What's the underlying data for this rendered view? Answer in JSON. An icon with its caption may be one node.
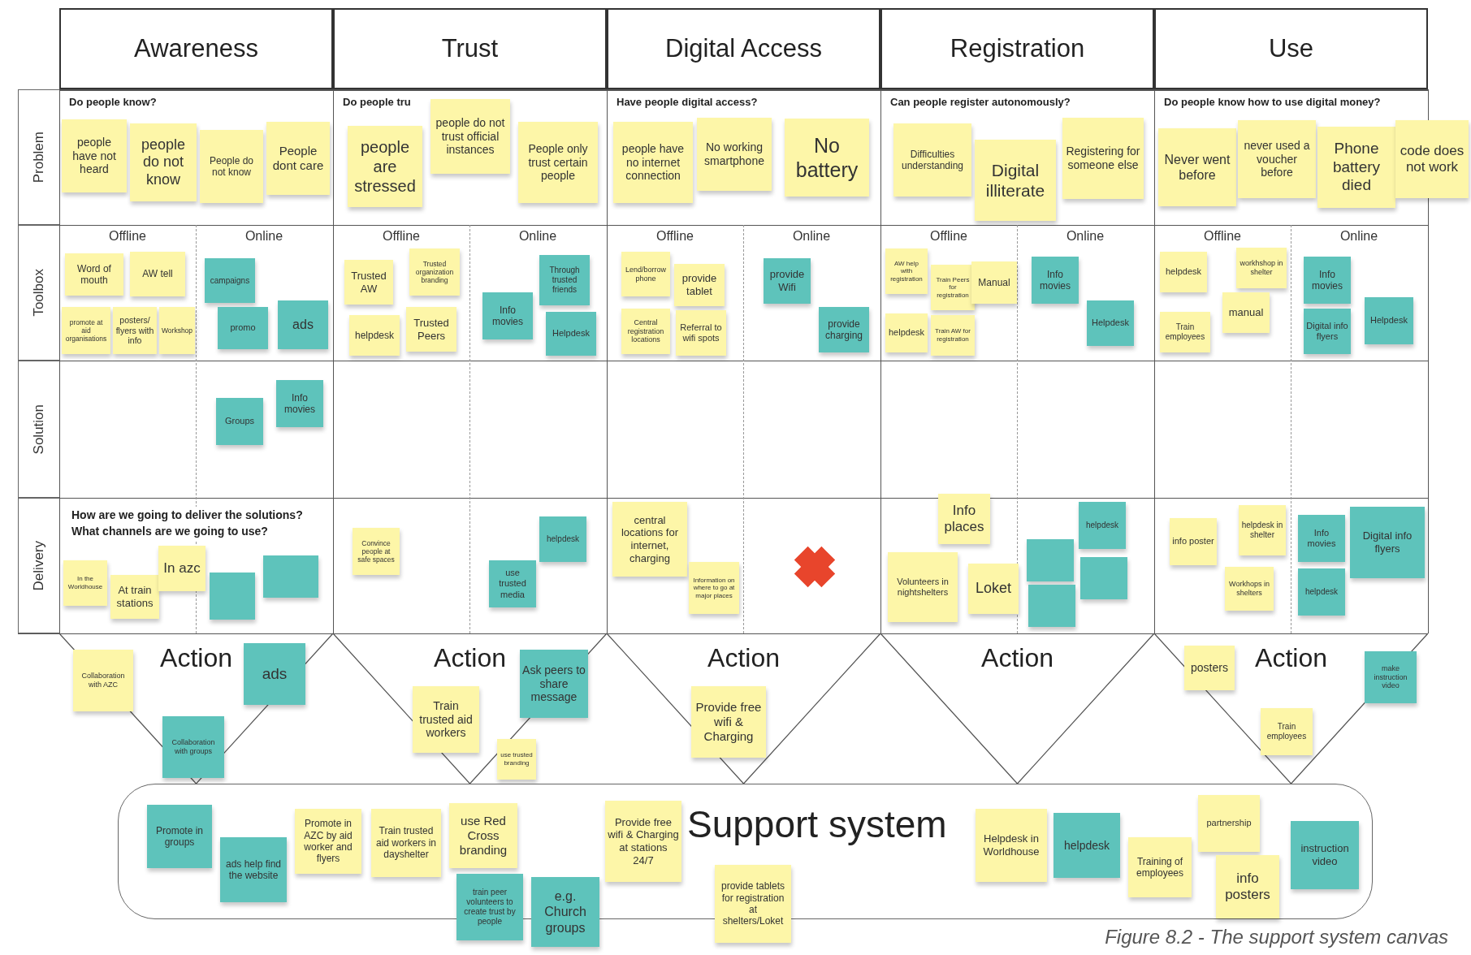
{
  "diagram": {
    "caption": "Figure 8.2 - The support system canvas",
    "nodes": [
      {
        "text": [
          "Awareness"
        ]
      },
      {
        "text": [
          "Trust"
        ]
      },
      {
        "text": [
          "Digital Access"
        ]
      },
      {
        "text": [
          "Registration"
        ]
      },
      {
        "text": [
          "Use"
        ]
      },
      {
        "text": [
          "Problem"
        ]
      },
      {
        "text": [
          "Toolbox"
        ]
      },
      {
        "text": [
          "Solution"
        ]
      },
      {
        "text": [
          "Delivery"
        ]
      },
      {
        "text": [
          "people have not heard"
        ]
      },
      {
        "text": [
          "people do not know"
        ]
      },
      {
        "text": [
          "People do not know"
        ]
      },
      {
        "text": [
          "People dont care"
        ]
      },
      {
        "text": [
          "people are stressed"
        ]
      },
      {
        "text": [
          "people do not trust official instances"
        ]
      },
      {
        "text": [
          "People only trust certain people"
        ]
      },
      {
        "text": [
          "people have no internet connection"
        ]
      },
      {
        "text": [
          "No working smartphone"
        ]
      },
      {
        "text": [
          "No battery"
        ]
      },
      {
        "text": [
          "Difficulties understanding"
        ]
      },
      {
        "text": [
          "Digital illiterate"
        ]
      },
      {
        "text": [
          "Registering for someone else"
        ]
      },
      {
        "text": [
          "Never went before"
        ]
      },
      {
        "text": [
          "never used a voucher before"
        ]
      },
      {
        "text": [
          "Phone battery died"
        ]
      },
      {
        "text": [
          "code does not work"
        ]
      },
      {
        "text": [
          "Word of mouth"
        ]
      },
      {
        "text": [
          "AW tell"
        ]
      },
      {
        "text": [
          "promote at aid organisations"
        ]
      },
      {
        "text": [
          "posters/ flyers with info"
        ]
      },
      {
        "text": [
          "Workshop"
        ]
      },
      {
        "text": [
          "campaigns"
        ]
      },
      {
        "text": [
          "promo"
        ]
      },
      {
        "text": [
          "ads"
        ]
      },
      {
        "text": [
          "Trusted AW"
        ]
      },
      {
        "text": [
          "Trusted organization branding"
        ]
      },
      {
        "text": [
          "helpdesk"
        ]
      },
      {
        "text": [
          "Trusted Peers"
        ]
      },
      {
        "text": [
          "Info movies"
        ]
      },
      {
        "text": [
          "Through trusted friends"
        ]
      },
      {
        "text": [
          "Helpdesk"
        ]
      },
      {
        "text": [
          "Lend/borrow phone"
        ]
      },
      {
        "text": [
          "provide tablet"
        ]
      },
      {
        "text": [
          "Central registration locations"
        ]
      },
      {
        "text": [
          "Referral to wifi spots"
        ]
      },
      {
        "text": [
          "provide Wifi"
        ]
      },
      {
        "text": [
          "provide charging"
        ]
      },
      {
        "text": [
          "AW help with registration"
        ]
      },
      {
        "text": [
          "Train Peers for registration"
        ]
      },
      {
        "text": [
          "Manual"
        ]
      },
      {
        "text": [
          "helpdesk"
        ]
      },
      {
        "text": [
          "Train AW for registration"
        ]
      },
      {
        "text": [
          "Info movies"
        ]
      },
      {
        "text": [
          "Helpdesk"
        ]
      },
      {
        "text": [
          "helpdesk"
        ]
      },
      {
        "text": [
          "workhshop in shelter"
        ]
      },
      {
        "text": [
          "Train employees"
        ]
      },
      {
        "text": [
          "manual"
        ]
      },
      {
        "text": [
          "Info movies"
        ]
      },
      {
        "text": [
          "Digital info flyers"
        ]
      },
      {
        "text": [
          "Helpdesk"
        ]
      },
      {
        "text": [
          "Groups"
        ]
      },
      {
        "text": [
          "Info movies"
        ]
      },
      {
        "text": [
          "In the Worldhouse"
        ]
      },
      {
        "text": [
          "At train stations"
        ]
      },
      {
        "text": [
          "In azc"
        ]
      },
      {
        "text": [],
        "shape": "box"
      },
      {
        "text": [],
        "shape": "box"
      },
      {
        "text": [
          "Convince people at safe spaces"
        ]
      },
      {
        "text": [
          "helpdesk"
        ]
      },
      {
        "text": [
          "use trusted media"
        ]
      },
      {
        "text": [
          "central locations for internet, charging"
        ]
      },
      {
        "text": [
          "Information on where to go at major places"
        ]
      },
      {
        "text": [
          "Info places"
        ]
      },
      {
        "text": [
          "Volunteers in nightshelters"
        ]
      },
      {
        "text": [
          "Loket"
        ]
      },
      {
        "text": [
          "helpdesk"
        ]
      },
      {
        "text": [],
        "shape": "box"
      },
      {
        "text": [],
        "shape": "box"
      },
      {
        "text": [],
        "shape": "box"
      },
      {
        "text": [
          "info poster"
        ]
      },
      {
        "text": [
          "helpdesk in shelter"
        ]
      },
      {
        "text": [
          "Workhops in shelters"
        ]
      },
      {
        "text": [
          "Info movies"
        ]
      },
      {
        "text": [
          "helpdesk"
        ]
      },
      {
        "text": [
          "Digital info flyers"
        ]
      },
      {
        "text": [
          "Action"
        ]
      },
      {
        "text": [
          "Action"
        ]
      },
      {
        "text": [
          "Action"
        ]
      },
      {
        "text": [
          "Action"
        ]
      },
      {
        "text": [
          "Action"
        ]
      },
      {
        "text": [
          "Collaboration with AZC"
        ],
        "in": 86
      },
      {
        "text": [
          "ads"
        ],
        "in": 86
      },
      {
        "text": [
          "Collaboration with groups"
        ],
        "in": 86
      },
      {
        "text": [
          "Train trusted aid workers"
        ],
        "in": 87
      },
      {
        "text": [
          "Ask peers to share message"
        ],
        "in": 87
      },
      {
        "text": [
          "use trusted branding"
        ],
        "in": 87
      },
      {
        "text": [
          "Provide free wifi & Charging"
        ],
        "in": 88
      },
      {
        "text": [
          "posters"
        ],
        "in": 90
      },
      {
        "text": [
          "Train employees"
        ],
        "in": 90
      },
      {
        "text": [
          "make instruction video"
        ],
        "in": 90
      },
      {
        "text": [
          "Support system"
        ]
      },
      {
        "text": [
          "Promote in groups"
        ],
        "in": 101
      },
      {
        "text": [
          "ads help find the website"
        ],
        "in": 101
      },
      {
        "text": [
          "Promote in AZC by aid worker and flyers"
        ],
        "in": 101
      },
      {
        "text": [
          "Train trusted aid workers in dayshelter"
        ],
        "in": 101
      },
      {
        "text": [
          "use Red Cross branding"
        ],
        "in": 101
      },
      {
        "text": [
          "train peer volunteers to create trust by people"
        ]
      },
      {
        "text": [
          "e.g. Church groups"
        ]
      },
      {
        "text": [
          "Provide free wifi & Charging at stations 24/7"
        ],
        "in": 101
      },
      {
        "text": [
          "provide tablets for registration at shelters/Loket"
        ]
      },
      {
        "text": [
          "Helpdesk in Worldhouse"
        ],
        "in": 101
      },
      {
        "text": [
          "helpdesk"
        ],
        "in": 101
      },
      {
        "text": [
          "Training of employees"
        ],
        "in": 101
      },
      {
        "text": [
          "partnership"
        ],
        "in": 101
      },
      {
        "text": [
          "info posters"
        ],
        "in": 101
      },
      {
        "text": [
          "instruction video"
        ],
        "in": 101
      }
    ],
    "labels": [
      "Do people know?",
      "Do people tru",
      "Have people digital access?",
      "Can people register autonomously?",
      "Do people know how to use digital money?",
      "Offline",
      "Online",
      "Offline",
      "Online",
      "Offline",
      "Online",
      "Offline",
      "Online",
      "Offline",
      "Online",
      "How are we going to deliver the solutions? What channels are we going to use?"
    ]
  }
}
